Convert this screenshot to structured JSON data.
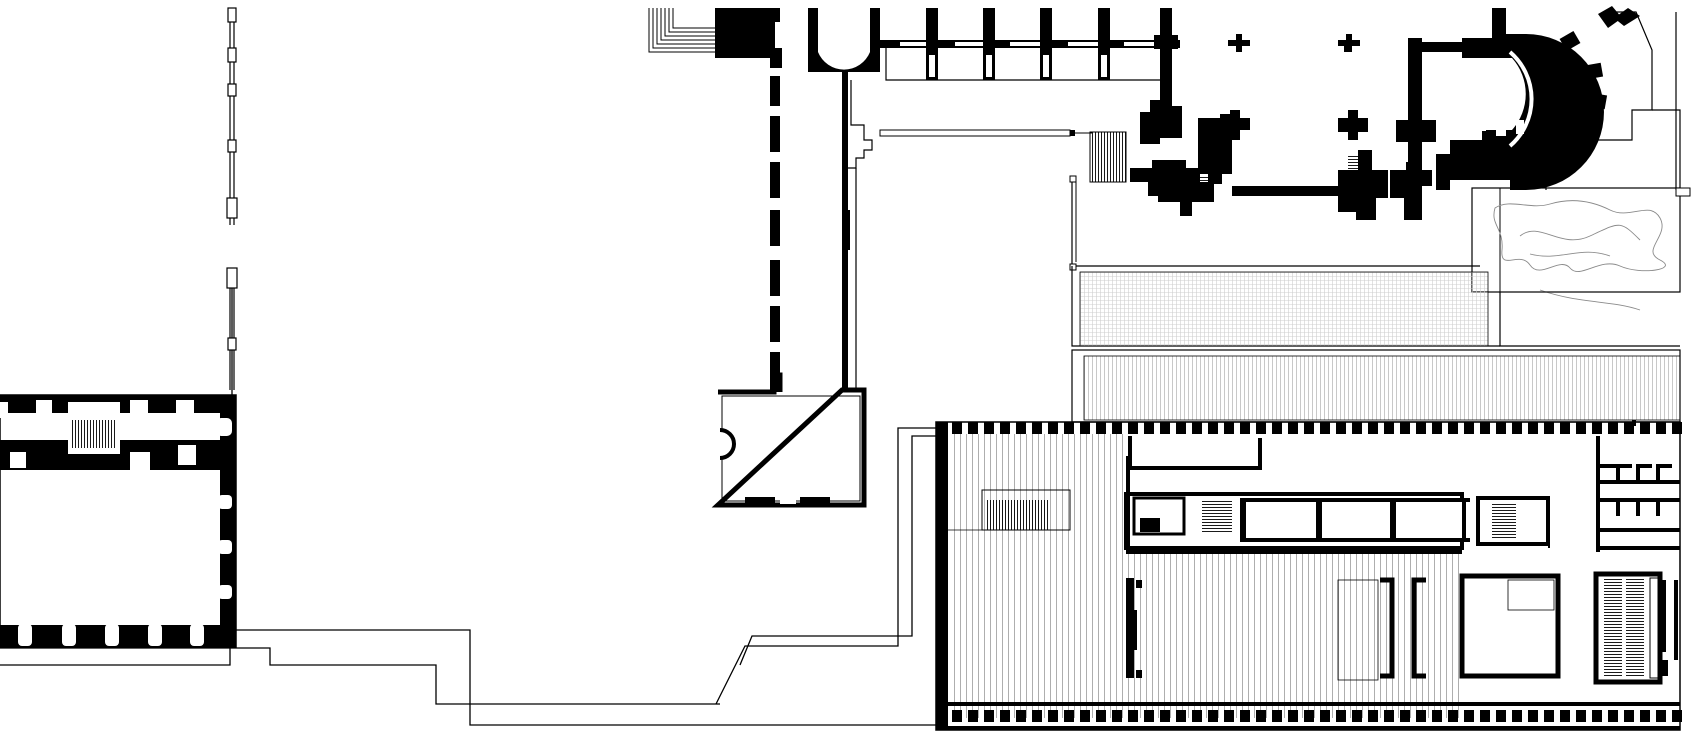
{
  "drawing": {
    "kind": "architectural site floor plan",
    "text_labels": [],
    "colors": {
      "background": "#ffffff",
      "wall": "#000000",
      "line": "#000000",
      "hatch": "#9a9a9a",
      "garden_path": "#8a8a8a"
    }
  },
  "elements": {
    "left_building": {
      "name": "left-building-plan"
    },
    "colonnade": {
      "name": "colonnade-columns"
    },
    "central_wing": {
      "name": "central-wing-plan"
    },
    "chapel": {
      "name": "chapel-plan"
    },
    "church": {
      "name": "church-plan"
    },
    "garden": {
      "name": "garden-parterre"
    },
    "terrace": {
      "name": "terrace-band"
    },
    "museum": {
      "name": "museum-building-plan"
    },
    "stairs": {
      "name": "stair-hatching"
    },
    "site_paths": {
      "name": "site-boundary-paths"
    }
  }
}
